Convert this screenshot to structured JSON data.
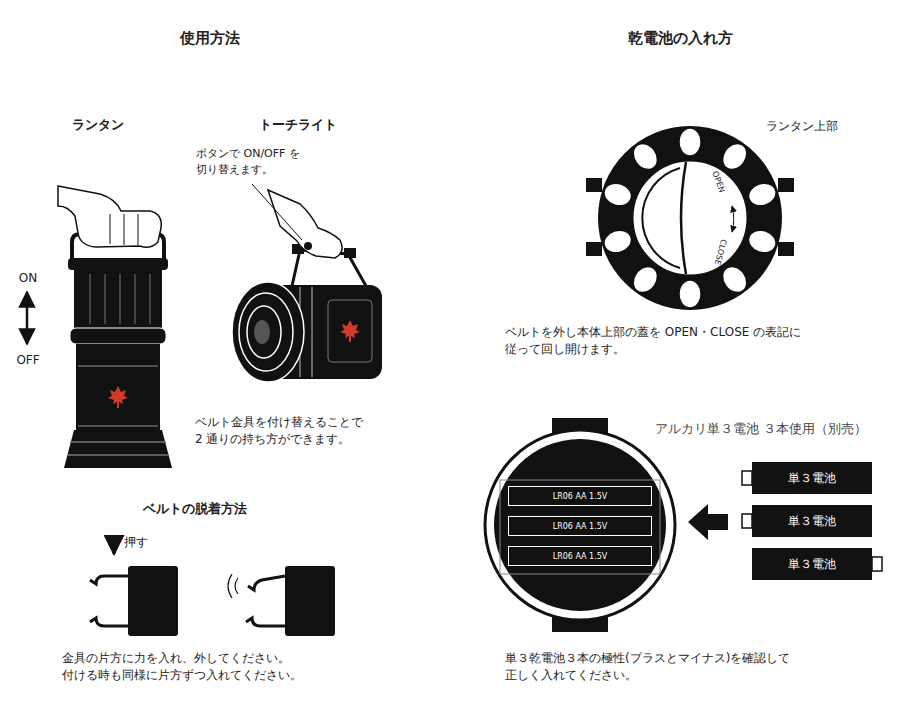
{
  "diagram": {
    "nodes": [
      {
        "text": [
          "LR06 AA 1.5V"
        ]
      },
      {
        "text": [
          "LR06 AA 1.5V"
        ]
      },
      {
        "text": [
          "LR06 AA 1.5V"
        ]
      },
      {
        "text": [
          "単３電池"
        ]
      },
      {
        "text": [
          "単３電池"
        ]
      },
      {
        "text": [
          "単３電池"
        ]
      }
    ],
    "labels": [
      "使用方法",
      "乾電池の入れ方",
      "ランタン",
      "トーチライト",
      "ボタンで ON/OFF を 切り替えます。",
      "ON",
      "OFF",
      "ランタン上部",
      "OPEN",
      "CLOSE",
      "ベルトを外し本体上部の蓋を OPEN・CLOSE の表記に 従って回し開けます。",
      "ベルト金具を付け替えることで 2 通りの持ち方ができます。",
      "ベルトの脱着方法",
      "押す",
      "アルカリ単３電池 ３本使用（別売）",
      "金具の片方に力を入れ、外してください。 付ける時も同様に片方ずつ入れてください。",
      "単３乾電池３本の極性(プラスとマイナス)を確認して 正しく入れてください。"
    ]
  }
}
